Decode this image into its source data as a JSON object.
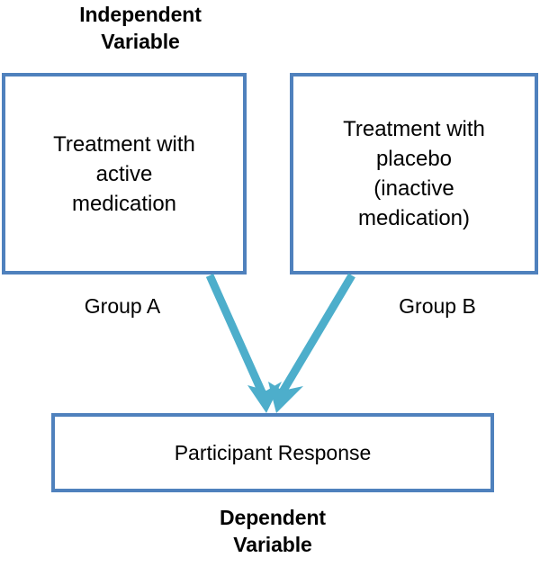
{
  "diagram": {
    "type": "flow-diagram",
    "title": "Independent and Dependent Variable experiment diagram",
    "colors": {
      "box_border": "#4f81bd",
      "box_fill": "#ffffff",
      "arrow": "#4daecb",
      "text": "#000000",
      "background": "#ffffff"
    },
    "top_label": "Independent\nVariable",
    "bottom_label": "Dependent\nVariable",
    "nodes": [
      {
        "id": "treatment-active",
        "text": "Treatment with\nactive\nmedication",
        "caption": "Group A"
      },
      {
        "id": "treatment-placebo",
        "text": "Treatment with\nplacebo\n(inactive\nmedication)",
        "caption": "Group B"
      },
      {
        "id": "participant-response",
        "text": "Participant Response"
      }
    ],
    "edges": [
      {
        "id": "edge-group-a",
        "from": "treatment-active",
        "to": "participant-response",
        "arrowhead": "triangle"
      },
      {
        "id": "edge-group-b",
        "from": "treatment-placebo",
        "to": "participant-response",
        "arrowhead": "triangle"
      }
    ]
  }
}
